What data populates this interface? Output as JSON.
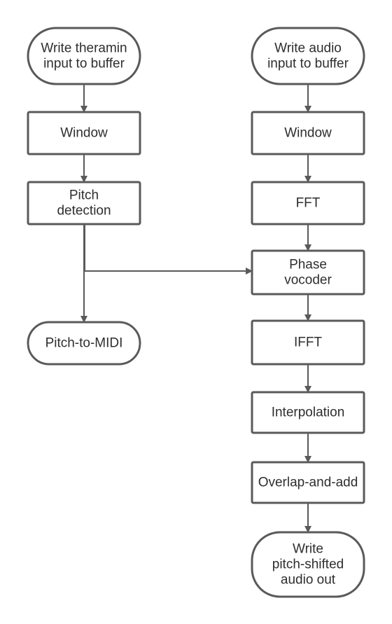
{
  "diagram": {
    "nodes": [
      {
        "id": "write-theramin",
        "shape": "terminal",
        "lines": [
          "Write theramin",
          "input to buffer"
        ]
      },
      {
        "id": "window-left",
        "shape": "process",
        "lines": [
          "Window"
        ]
      },
      {
        "id": "pitch-detection",
        "shape": "process",
        "lines": [
          "Pitch",
          "detection"
        ]
      },
      {
        "id": "pitch-to-midi",
        "shape": "terminal",
        "lines": [
          "Pitch-to-MIDI"
        ]
      },
      {
        "id": "write-audio",
        "shape": "terminal",
        "lines": [
          "Write audio",
          "input to buffer"
        ]
      },
      {
        "id": "window-right",
        "shape": "process",
        "lines": [
          "Window"
        ]
      },
      {
        "id": "fft",
        "shape": "process",
        "lines": [
          "FFT"
        ]
      },
      {
        "id": "phase-vocoder",
        "shape": "process",
        "lines": [
          "Phase",
          "vocoder"
        ]
      },
      {
        "id": "ifft",
        "shape": "process",
        "lines": [
          "IFFT"
        ]
      },
      {
        "id": "interpolation",
        "shape": "process",
        "lines": [
          "Interpolation"
        ]
      },
      {
        "id": "overlap-and-add",
        "shape": "process",
        "lines": [
          "Overlap-and-add"
        ]
      },
      {
        "id": "write-pitch-shifted",
        "shape": "terminal",
        "lines": [
          "Write",
          "pitch-shifted",
          "audio out"
        ]
      }
    ],
    "edges": [
      {
        "from": "write-theramin",
        "to": "window-left"
      },
      {
        "from": "window-left",
        "to": "pitch-detection"
      },
      {
        "from": "pitch-detection",
        "to": "pitch-to-midi"
      },
      {
        "from": "pitch-detection",
        "to": "phase-vocoder"
      },
      {
        "from": "write-audio",
        "to": "window-right"
      },
      {
        "from": "window-right",
        "to": "fft"
      },
      {
        "from": "fft",
        "to": "phase-vocoder"
      },
      {
        "from": "phase-vocoder",
        "to": "ifft"
      },
      {
        "from": "ifft",
        "to": "interpolation"
      },
      {
        "from": "interpolation",
        "to": "overlap-and-add"
      },
      {
        "from": "overlap-and-add",
        "to": "write-pitch-shifted"
      }
    ]
  }
}
